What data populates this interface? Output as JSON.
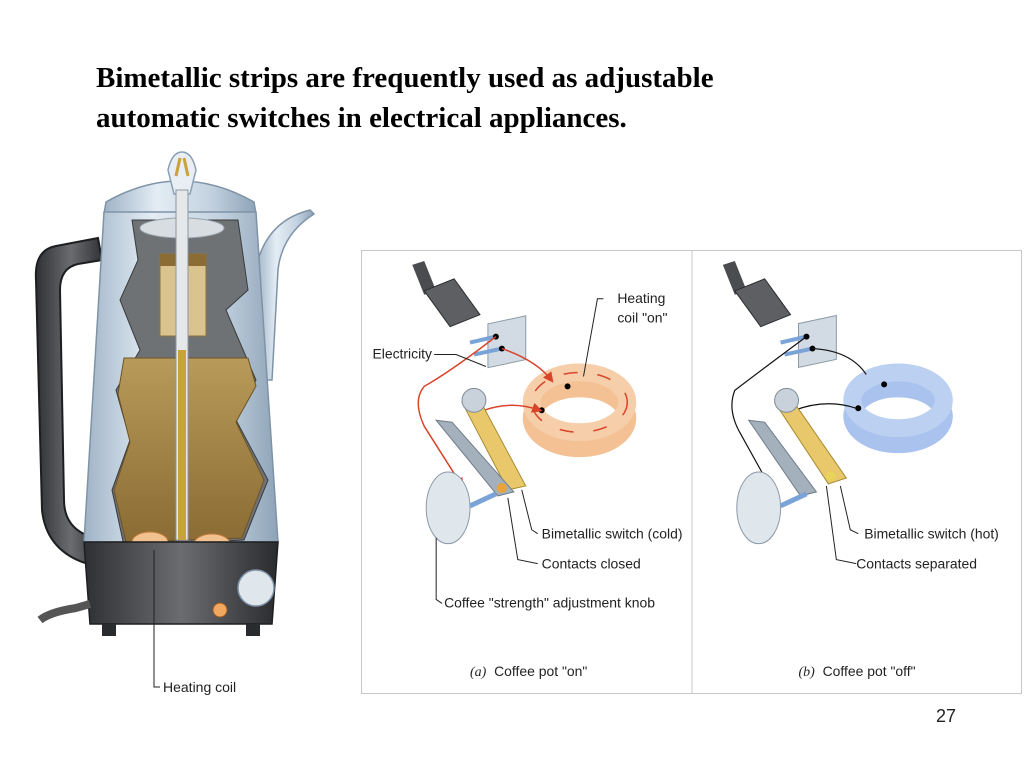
{
  "slide": {
    "title_lines": [
      "Bimetallic strips are frequently used as adjustable",
      "automatic switches in electrical appliances."
    ],
    "page_number": "27"
  },
  "pot_figure": {
    "labels": {
      "heating_coil": "Heating coil"
    }
  },
  "panel_a": {
    "labels": {
      "heating_coil_on_line1": "Heating",
      "heating_coil_on_line2": "coil \"on\"",
      "electricity": "Electricity",
      "bimetallic_switch": "Bimetallic switch (cold)",
      "contacts": "Contacts closed",
      "knob": "Coffee \"strength\" adjustment knob"
    },
    "caption_letter": "(a)",
    "caption_text": "Coffee pot \"on\""
  },
  "panel_b": {
    "labels": {
      "bimetallic_switch": "Bimetallic switch (hot)",
      "contacts": "Contacts separated"
    },
    "caption_letter": "(b)",
    "caption_text": "Coffee pot \"off\""
  },
  "colors": {
    "coil_hot": "#f3c193",
    "coil_cold": "#a9c2ee",
    "current_arrow": "#d9442b",
    "bimetal": "#e8c86a",
    "pot_body": "#c9d6e3",
    "coffee": "#a7884a"
  }
}
